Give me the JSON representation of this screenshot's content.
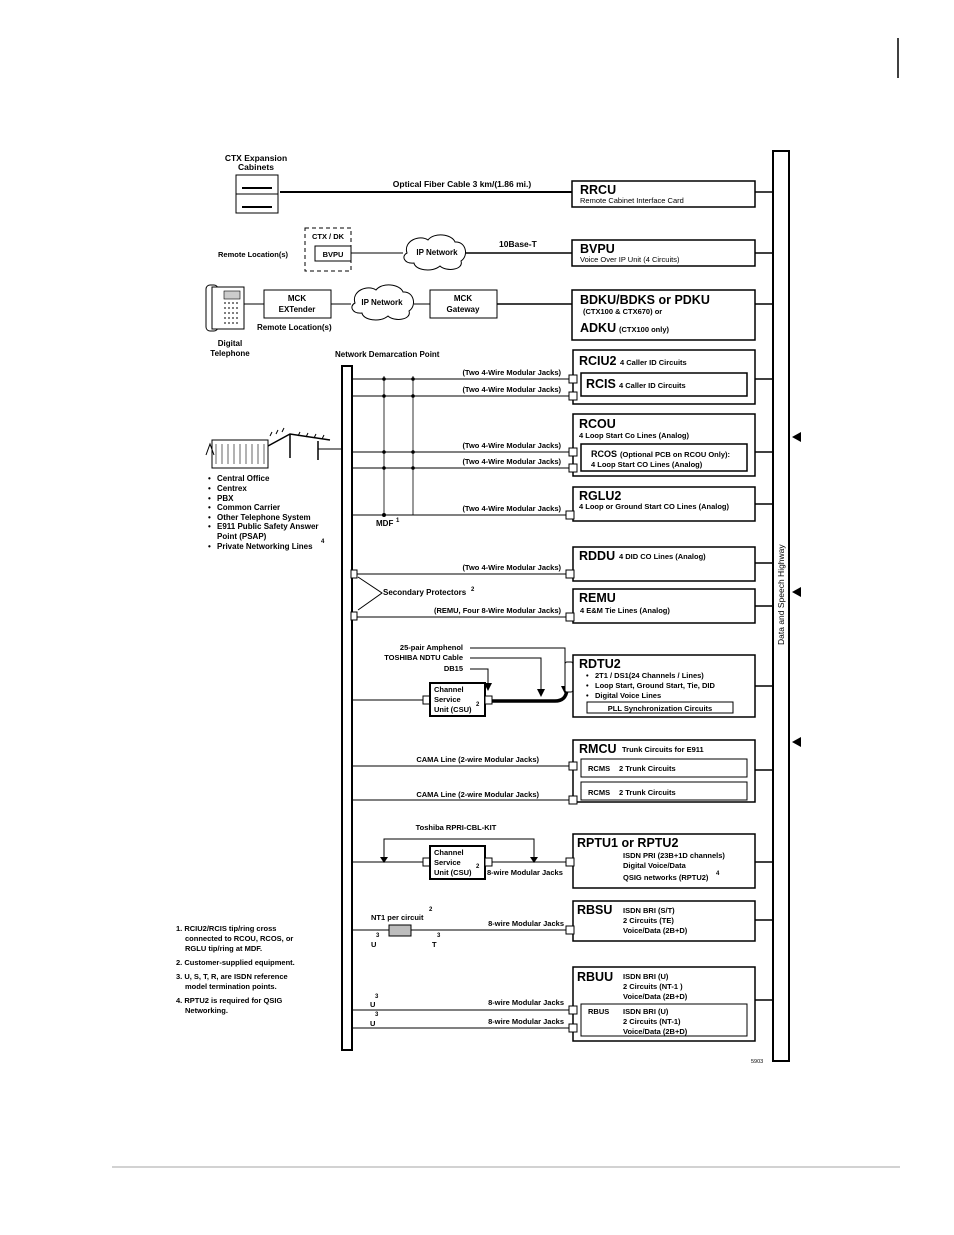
{
  "top": {
    "ctx_expansion": [
      "CTX Expansion",
      "Cabinets"
    ],
    "fiber": "Optical Fiber Cable 3 km/(1.86 mi.)",
    "ctx_dk": "CTX / DK",
    "bvpu_small": "BVPU",
    "remote_loc1": "Remote Location(s)",
    "ip_net1": "IP Network",
    "base_t": "10Base-T",
    "mck_ext": [
      "MCK",
      "EXTender"
    ],
    "ip_net2": "IP Network",
    "mck_gw": [
      "MCK",
      "Gateway"
    ],
    "remote_loc2": "Remote Location(s)",
    "digital_tel": [
      "Digital",
      "Telephone"
    ],
    "demarc": "Network Demarcation Point",
    "mdf": "MDF",
    "mdf_sup": "1",
    "secondary": "Secondary Protectors",
    "secondary_sup": "2"
  },
  "carriers": {
    "items": [
      "Central Office",
      "Centrex",
      "PBX",
      "Common Carrier",
      "Other Telephone System",
      "E911 Public Safety Answer",
      "Point (PSAP)",
      "Private Networking Lines"
    ],
    "sup": "4"
  },
  "line_labels": {
    "two_wire": "(Two 4-Wire Modular Jacks)",
    "remu_jacks": "(REMU, Four 8-Wire Modular Jacks)",
    "amphenol": "25-pair Amphenol",
    "ndtu": "TOSHIBA NDTU Cable",
    "db15": "DB15",
    "cama": "CAMA Line (2-wire Modular Jacks)",
    "rpri_kit": "Toshiba RPRI-CBL-KIT",
    "csu": [
      "Channel",
      "Service",
      "Unit (CSU)"
    ],
    "csu_sup": "2",
    "eight_wire": "8-wire Modular Jacks",
    "nt1": "NT1 per circuit",
    "nt1_sup": "2",
    "u": "U",
    "t": "T",
    "ref_sup": "3"
  },
  "cards": {
    "rrcu": {
      "title": "RRCU",
      "desc": "Remote Cabinet Interface Card"
    },
    "bvpu": {
      "title": "BVPU",
      "desc": "Voice Over IP Unit (4 Circuits)"
    },
    "bdku": {
      "title": "BDKU/BDKS or PDKU",
      "sub": "(CTX100 & CTX670) or",
      "title2": "ADKU",
      "sub2": "(CTX100 only)"
    },
    "rciu2": {
      "title": "RCIU2",
      "desc": "4 Caller ID Circuits",
      "sub_title": "RCIS",
      "sub_desc": "4 Caller ID Circuits"
    },
    "rcou": {
      "title": "RCOU",
      "desc": "4 Loop Start Co Lines (Analog)",
      "sub_title": "RCOS",
      "sub_desc1": "(Optional PCB on RCOU Only):",
      "sub_desc2": "4 Loop Start CO Lines (Analog)"
    },
    "rglu2": {
      "title": "RGLU2",
      "desc": "4 Loop or Ground Start CO Lines (Analog)"
    },
    "rddu": {
      "title": "RDDU",
      "desc": "4 DID CO Lines (Analog)"
    },
    "remu": {
      "title": "REMU",
      "desc": "4 E&M Tie Lines (Analog)"
    },
    "rdtu2": {
      "title": "RDTU2",
      "bullets": [
        "2T1 / DS1(24 Channels / Lines)",
        "Loop Start, Ground Start, Tie, DID",
        "Digital Voice Lines"
      ],
      "pll": "PLL Synchronization Circuits"
    },
    "rmcu": {
      "title": "RMCU",
      "desc": "Trunk Circuits for E911",
      "rcms_title": "RCMS",
      "rcms_desc": "2 Trunk Circuits"
    },
    "rptu": {
      "title": "RPTU1 or RPTU2",
      "lines": [
        "ISDN PRI (23B+1D channels)",
        "Digital Voice/Data",
        "QSIG networks (RPTU2)"
      ],
      "sup": "4"
    },
    "rbsu": {
      "title": "RBSU",
      "lines": [
        "ISDN BRI (S/T)",
        "2 Circuits (TE)",
        "Voice/Data  (2B+D)"
      ]
    },
    "rbuu": {
      "title": "RBUU",
      "lines": [
        "ISDN BRI (U)",
        "2 Circuits (NT-1   )",
        "Voice/Data  (2B+D)"
      ],
      "sub_title": "RBUS",
      "sub_lines": [
        "ISDN BRI (U)",
        "2 Circuits (NT-1)",
        "Voice/Data  (2B+D)"
      ]
    }
  },
  "highway": "Data and Speech Highway",
  "fig_num": "5903",
  "notes": [
    [
      "1. RCIU2/RCIS tip/ring cross",
      "connected to RCOU, RCOS, or",
      "RGLU tip/ring at MDF."
    ],
    [
      "2. Customer-supplied equipment."
    ],
    [
      "3. U, S, T, R, are ISDN reference",
      "model termination points."
    ],
    [
      "4. RPTU2 is required for QSIG",
      "Networking."
    ]
  ]
}
